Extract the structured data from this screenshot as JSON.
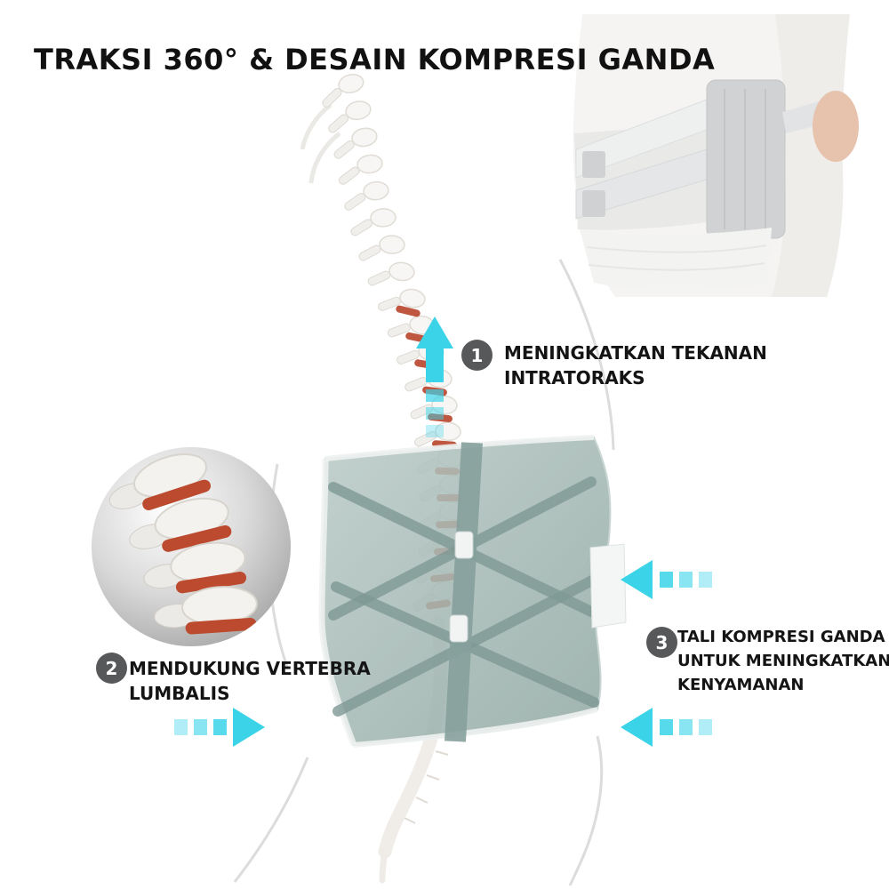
{
  "title": "TRAKSI 360°  & DESAIN KOMPRESI GANDA",
  "annotations": {
    "intrathoracic": {
      "number": "1",
      "line1": "MENINGKATKAN TEKANAN",
      "line2": "INTRATORAKS"
    },
    "lumbar_support": {
      "number": "2",
      "line1": "MENDUKUNG VERTEBRA",
      "line2": "LUMBALIS"
    },
    "double_compression": {
      "number": "3",
      "line1": "TALI KOMPRESI GANDA",
      "line2": "UNTUK MENINGKATKAN",
      "line3": "KENYAMANAN"
    }
  },
  "colors": {
    "accent_cyan": "#3ad3e8",
    "badge_gray": "#57585a",
    "disc_red": "#bf5740",
    "brace_teal": "#9db3af"
  }
}
